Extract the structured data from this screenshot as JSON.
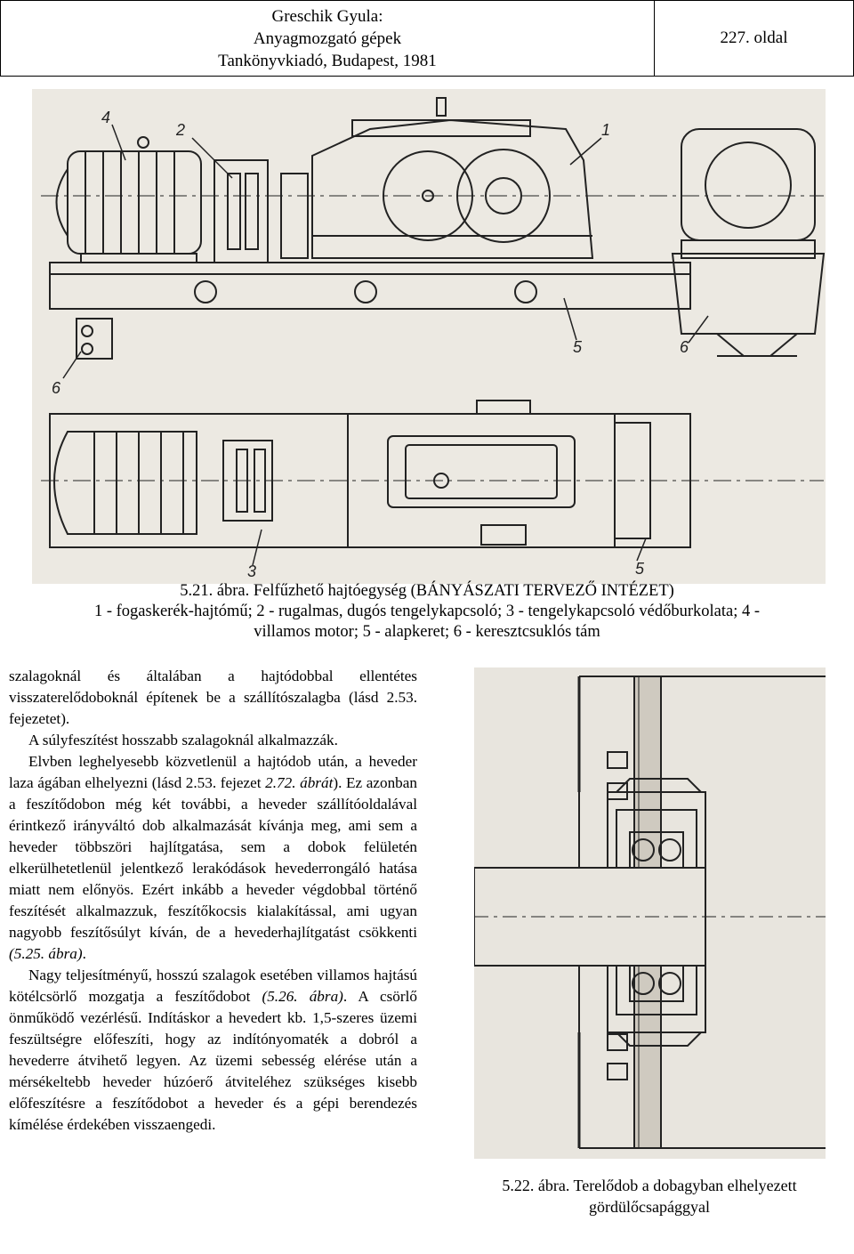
{
  "header": {
    "author": "Greschik Gyula:",
    "title": "Anyagmozgató gépek",
    "publisher": "Tankönyvkiadó, Budapest, 1981",
    "page": "227. oldal"
  },
  "figure_521": {
    "labels": [
      "4",
      "2",
      "1",
      "6",
      "5",
      "6",
      "3",
      "5"
    ],
    "caption_line1": "5.21. ábra. Felfűzhető hajtóegység (BÁNYÁSZATI TERVEZŐ INTÉZET)",
    "caption_line2": "1 - fogaskerék-hajtómű; 2 - rugalmas, dugós tengelykapcsoló; 3 - tengelykapcsoló védőburkolata; 4 -",
    "caption_line3": "villamos motor; 5 - alapkeret; 6 - keresztcsuklós tám"
  },
  "body": {
    "p1": "szalagoknál és általában a hajtódobbal ellentétes visszaterelődoboknál építenek be a szállítószalagba (lásd 2.53. fejezetet).",
    "p2": "A súlyfeszítést hosszabb szalagoknál alkalmazzák.",
    "p3a": "Elvben leghelyesebb közvetlenül a hajtódob után, a heveder laza ágában elhelyezni (lásd 2.53. fejezet ",
    "p3_ref": "2.72. ábrát",
    "p3b": "). Ez azonban a feszítődobon még két további, a heveder szállítóoldalával érintkező irányváltó dob alkalmazását kívánja meg, ami sem a heveder többszöri hajlítgatása, sem a dobok felületén elkerülhetetlenül jelentkező lerakódások hevederrongáló hatása miatt nem előnyös. Ezért inkább a heveder végdobbal történő feszítését alkalmazzuk, feszítőkocsis kialakítással, ami ugyan nagyobb feszítősúlyt kíván, de a hevederhajlítgatást csökkenti ",
    "p3_ref2": "(5.25. ábra)",
    "p3c": ".",
    "p4a": "Nagy teljesítményű, hosszú szalagok esetében villamos hajtású kötélcsörlő mozgatja a feszítődobot ",
    "p4_ref": "(5.26. ábra)",
    "p4b": ". A csörlő önműködő vezérlésű. Indításkor a hevedert kb. 1,5-szeres üzemi feszültségre előfeszíti, hogy az indítónyomaték a dobról a hevederre átvihető legyen. Az üzemi sebesség elérése után a mérsékeltebb heveder húzóerő átviteléhez szükséges kisebb előfeszítésre a feszítődobot a heveder és a gépi berendezés kímélése érdekében visszaengedi."
  },
  "figure_522": {
    "caption_line1": "5.22. ábra. Terelődob a dobagyban elhelyezett",
    "caption_line2": "gördülőcsapággyal"
  }
}
